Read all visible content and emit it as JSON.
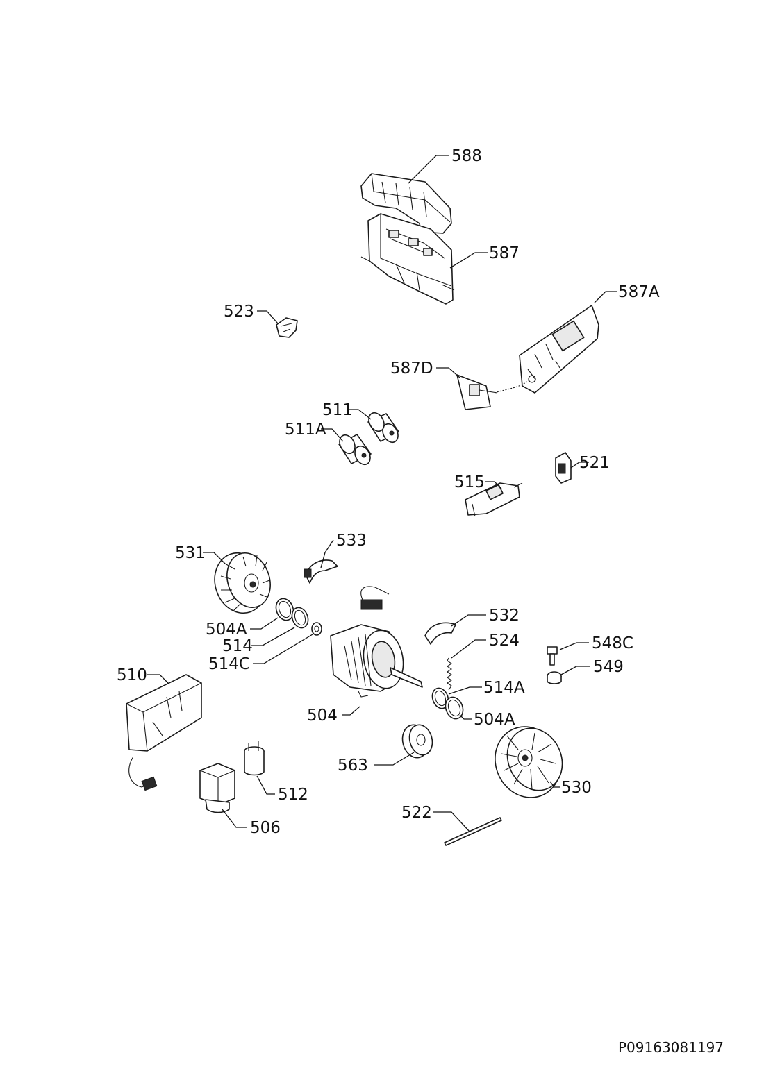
{
  "diagram": {
    "labels": {
      "l588": "588",
      "l587": "587",
      "l587A": "587A",
      "l523": "523",
      "l587D": "587D",
      "l511": "511",
      "l511A": "511A",
      "l521": "521",
      "l515": "515",
      "l533": "533",
      "l531": "531",
      "l532": "532",
      "l524": "524",
      "l548C": "548C",
      "l549": "549",
      "l504A_left": "504A",
      "l514": "514",
      "l514C": "514C",
      "l510": "510",
      "l514A": "514A",
      "l504A_right": "504A",
      "l504": "504",
      "l563": "563",
      "l530": "530",
      "l512": "512",
      "l522": "522",
      "l506": "506"
    },
    "document_code": "P09163081197"
  }
}
